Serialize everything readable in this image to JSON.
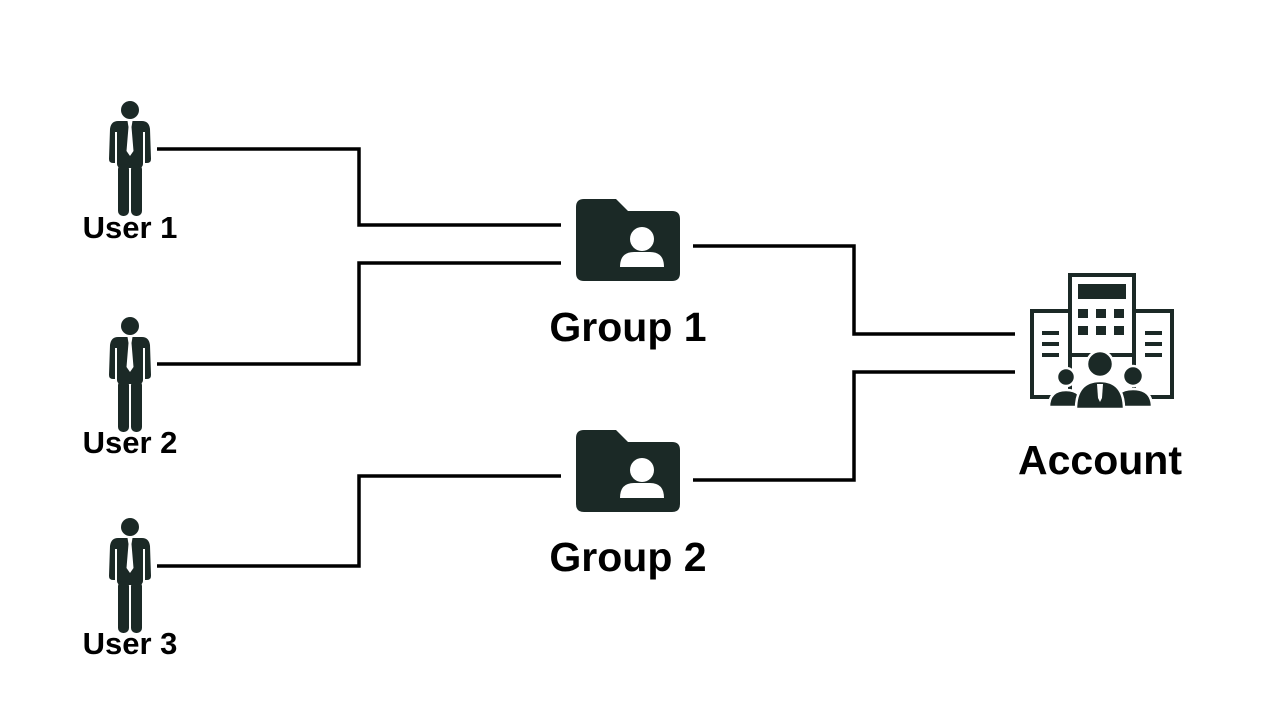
{
  "colors": {
    "icon_dark": "#1b2926",
    "line": "#000000",
    "text": "#000000",
    "background": "#ffffff"
  },
  "users": [
    {
      "label": "User 1",
      "icon": "person-icon"
    },
    {
      "label": "User 2",
      "icon": "person-icon"
    },
    {
      "label": "User 3",
      "icon": "person-icon"
    }
  ],
  "groups": [
    {
      "label": "Group 1",
      "icon": "user-folder-icon"
    },
    {
      "label": "Group 2",
      "icon": "user-folder-icon"
    }
  ],
  "account": {
    "label": "Account",
    "icon": "office-building-people-icon"
  },
  "connections": [
    {
      "from": "User 1",
      "to": "Group 1"
    },
    {
      "from": "User 2",
      "to": "Group 1"
    },
    {
      "from": "User 3",
      "to": "Group 2"
    },
    {
      "from": "Group 1",
      "to": "Account"
    },
    {
      "from": "Group 2",
      "to": "Account"
    }
  ]
}
